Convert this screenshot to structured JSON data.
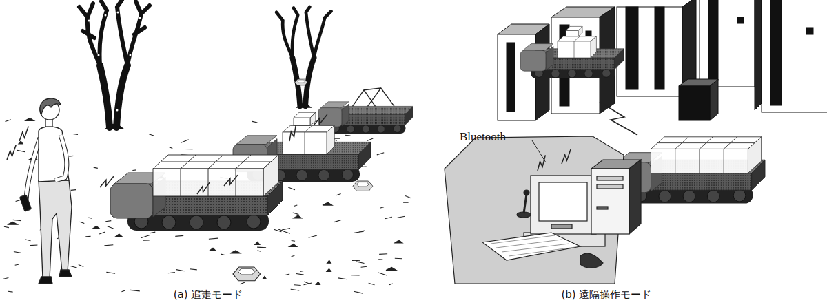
{
  "diagram": {
    "labels": [
      "Bluetooth",
      "(a) 追走モード",
      "(b) 遠隔操作モード"
    ]
  }
}
